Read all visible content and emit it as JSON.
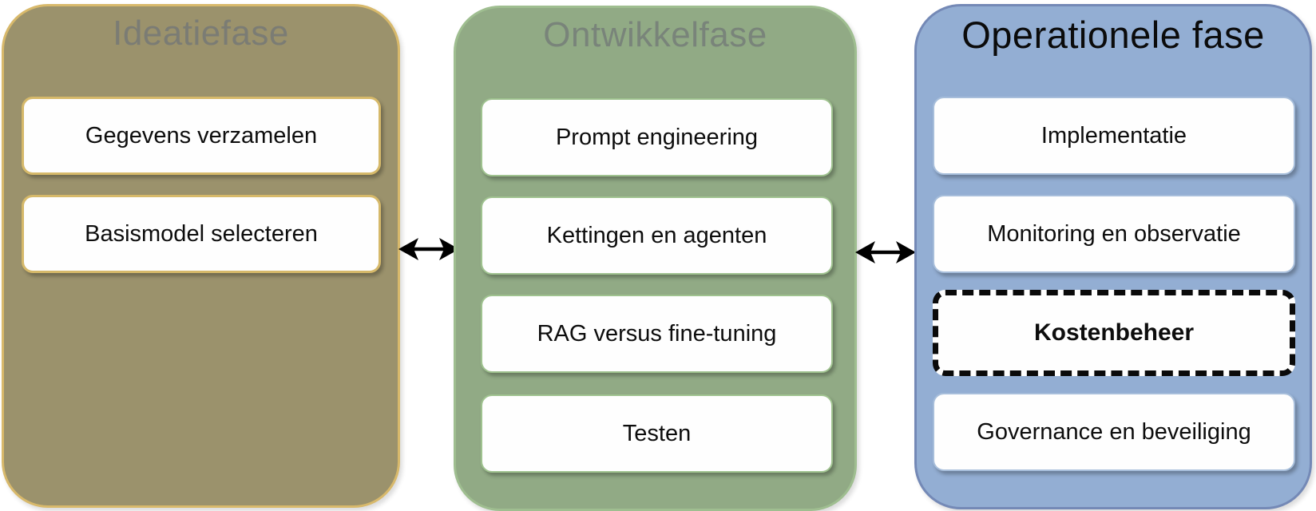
{
  "diagram": {
    "background_color": "#ffffff",
    "panels": [
      {
        "id": "ideatiefase",
        "title": "Ideatiefase",
        "title_color": "#7b7c74",
        "fill_color": "#9b926c",
        "border_color": "#d8b96b",
        "box_border_color": "#d6b96a",
        "items": [
          {
            "label": "Gegevens verzamelen",
            "emphasis": false,
            "dashed": false
          },
          {
            "label": "Basismodel selecteren",
            "emphasis": false,
            "dashed": false
          }
        ]
      },
      {
        "id": "ontwikkelfase",
        "title": "Ontwikkelfase",
        "title_color": "#79847a",
        "fill_color": "#91aa85",
        "border_color": "#9fbe90",
        "box_border_color": "#9fc28f",
        "items": [
          {
            "label": "Prompt engineering",
            "emphasis": false,
            "dashed": false
          },
          {
            "label": "Kettingen en agenten",
            "emphasis": false,
            "dashed": false
          },
          {
            "label": "RAG versus fine-tuning",
            "emphasis": false,
            "dashed": false
          },
          {
            "label": "Testen",
            "emphasis": false,
            "dashed": false
          }
        ]
      },
      {
        "id": "operationele-fase",
        "title": "Operationele fase",
        "title_color": "#0b0b0b",
        "fill_color": "#93aed3",
        "border_color": "#7489b6",
        "box_border_color": "#a7bedb",
        "items": [
          {
            "label": "Implementatie",
            "emphasis": false,
            "dashed": false
          },
          {
            "label": "Monitoring en observatie",
            "emphasis": false,
            "dashed": false
          },
          {
            "label": "Kostenbeheer",
            "emphasis": true,
            "dashed": true
          },
          {
            "label": "Governance en beveiliging",
            "emphasis": false,
            "dashed": false
          }
        ]
      }
    ],
    "connectors": [
      {
        "type": "double-headed-arrow",
        "between": [
          "ideatiefase",
          "ontwikkelfase"
        ],
        "color": "#000000"
      },
      {
        "type": "double-headed-arrow",
        "between": [
          "ontwikkelfase",
          "operationele-fase"
        ],
        "color": "#000000"
      }
    ]
  }
}
